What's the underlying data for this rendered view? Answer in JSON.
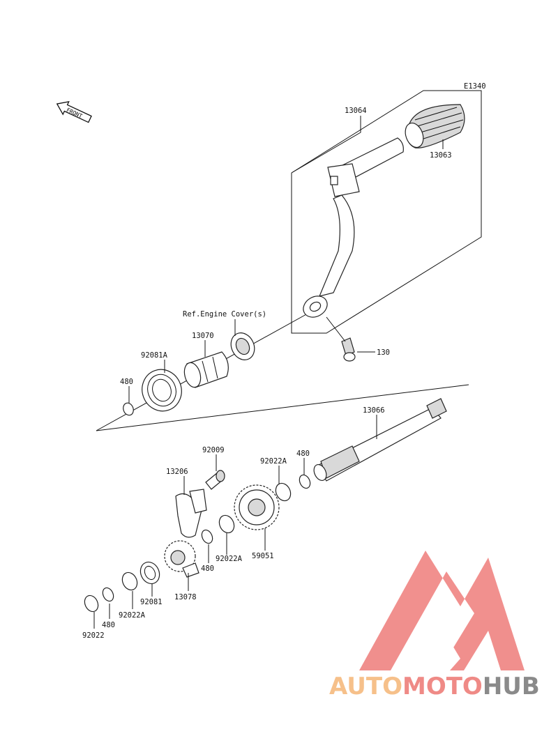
{
  "diagram_code": "E1340",
  "front_label": "FRONT",
  "ref_note": "Ref.Engine Cover(s)",
  "parts": {
    "grip": "13063",
    "kick_pedal": "13064",
    "bolt": "130",
    "guide": "13070",
    "spring": "92081A",
    "circlip_upper": "480",
    "kick_shaft": "13066",
    "washer_a1": "92022A",
    "circlip_a": "480",
    "pin": "92009",
    "stopper": "13206",
    "gear": "59051",
    "washer_a2": "92022A",
    "circlip_b": "480",
    "ratchet": "13078",
    "spring_small": "92081",
    "washer_a3": "92022A",
    "circlip_c": "480",
    "washer": "92022"
  },
  "watermark": {
    "part1": "AUTO",
    "part2": "MOTO",
    "part3": "HUB",
    "color1": "#f6c08a",
    "color2": "#ef8a86",
    "color3": "#8a8a8a",
    "logo_color": "#ee7c7a"
  }
}
